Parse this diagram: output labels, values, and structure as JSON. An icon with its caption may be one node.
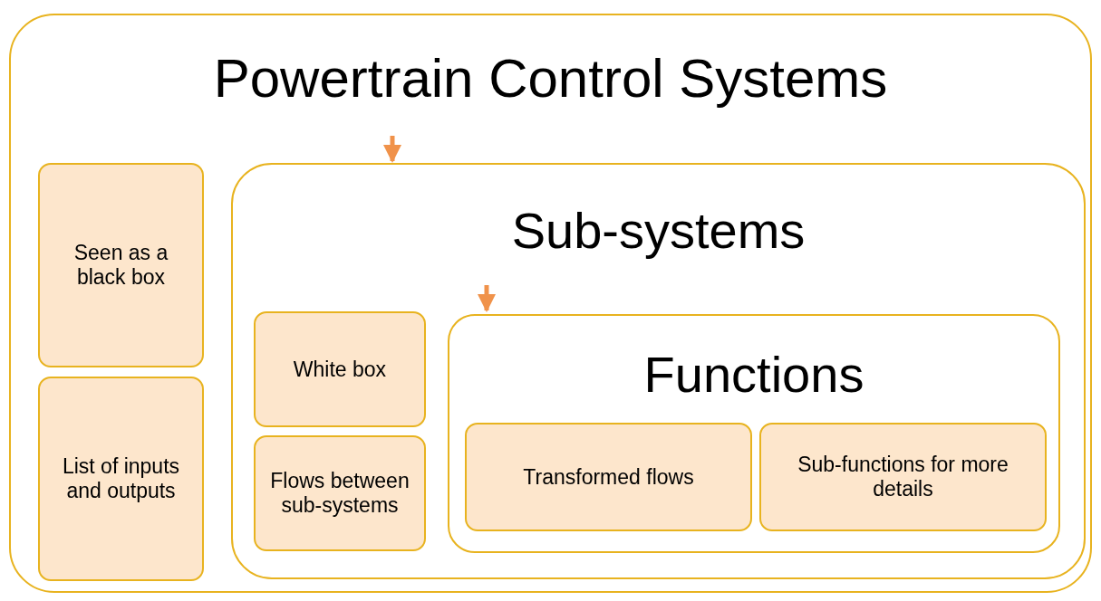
{
  "diagram": {
    "nodes": [
      {
        "text": [
          "Powertrain Control Systems"
        ]
      },
      {
        "text": [
          "Seen as a black box"
        ],
        "in": 0
      },
      {
        "text": [
          "List of inputs and outputs"
        ],
        "in": 0
      },
      {
        "text": [
          "Sub-systems"
        ],
        "in": 0
      },
      {
        "text": [
          "White box"
        ],
        "in": 3
      },
      {
        "text": [
          "Flows between sub-systems"
        ],
        "in": 3
      },
      {
        "text": [
          "Functions"
        ],
        "in": 3
      },
      {
        "text": [
          "Transformed flows"
        ],
        "in": 6
      },
      {
        "text": [
          "Sub-functions for more details"
        ],
        "in": 6
      }
    ],
    "edges": [
      {
        "from": null,
        "to": 3,
        "arrow": "to"
      },
      {
        "from": null,
        "to": 6,
        "arrow": "to"
      }
    ]
  }
}
